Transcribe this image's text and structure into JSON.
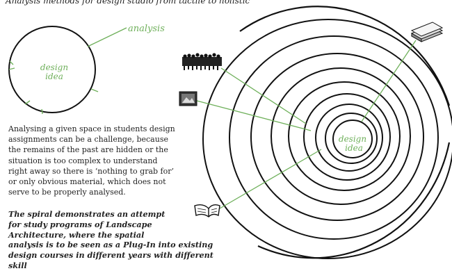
{
  "caption": "Analysis methods for design studio from tactile to holistic",
  "small_circle": {
    "label_line1": "design",
    "label_line2": "idea",
    "annotation": "analysis"
  },
  "spiral": {
    "label_line1": "design",
    "label_line2": "idea"
  },
  "description": {
    "lines": [
      "Analysing a given space in students design",
      "assignments can be a challenge, because",
      "the remains of the past are hidden or the",
      "situation is too complex to understand",
      "right away so there is ‘nothing to grab for’",
      "or only obvious material, which does not",
      "serve to be properly analysed."
    ]
  },
  "lead": {
    "lines": [
      "The spiral demonstrates an attempt",
      "for study programs of Landscape",
      "Architecture, where the spatial",
      "analysis is to be seen as a Plug-In into existing",
      "design courses in different years with different skill"
    ]
  },
  "icons": [
    "people-crowd-icon",
    "photo-icon",
    "open-book-icon",
    "stacked-papers-icon"
  ],
  "colors": {
    "accent_green": "#6fb05b",
    "ink": "#111111"
  }
}
